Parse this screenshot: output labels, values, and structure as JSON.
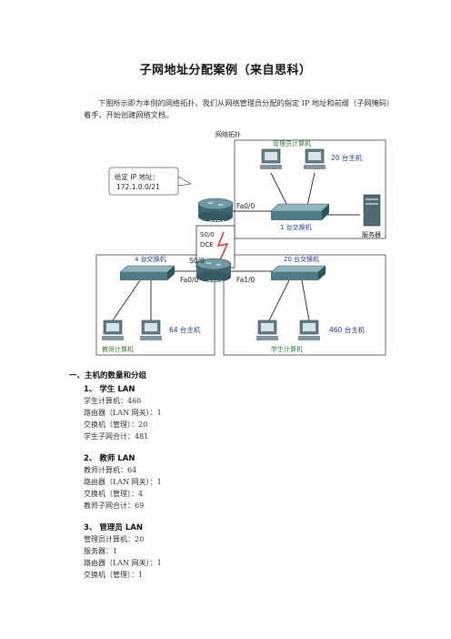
{
  "title": "子网地址分配案例（来自思科）",
  "intro": "下图所示即为本例的网络拓扑。我们从网络管理员分配的指定 IP 地址和前缀（子网掩码）着手，开始创建网络文档。",
  "diagram": {
    "caption": "网络拓扑",
    "ip_box_label": "给定 IP 地址：",
    "ip_box_value": "172.1.0.0/21",
    "admin_group": "管理员计算机",
    "admin_hosts": "20 台主机",
    "r1_label": "RTR1",
    "r1_fa00": "Fa0/0",
    "switch1_label": "1 台交换机",
    "server_label": "服务器",
    "s00_label": "S0/0",
    "dce_label": "DCE",
    "s01_label": "S0/0",
    "r2_label": "RTR2",
    "r2_fa00": "Fa0/0",
    "r2_fa10": "Fa1/0",
    "teacher_switches": "4 台交换机",
    "teacher_hosts": "64 台主机",
    "teacher_group": "教师计算机",
    "student_switches": "20 台交换机",
    "student_hosts": "460 台主机",
    "student_group": "学生计算机"
  },
  "sections": {
    "heading": "一、主机的数量和分组",
    "student": {
      "title": "1、 学生 LAN",
      "lines": [
        "学生计算机：460",
        "路由器（LAN 网关）：1",
        "交换机（管理）：20",
        "学生子网合计：481"
      ]
    },
    "teacher": {
      "title": "2、 教师 LAN",
      "lines": [
        "教师计算机：64",
        "路由器（LAN 网关）：1",
        "交换机（管理）：4",
        "教师子网合计：69"
      ]
    },
    "admin": {
      "title": "3、 管理员 LAN",
      "lines": [
        "管理员计算机：20",
        "服务器：1",
        "路由器（LAN 网关）：1",
        "交换机（管理）：1"
      ]
    }
  },
  "colors": {
    "link": "#1a3a9c",
    "group_label": "#2e7d32",
    "serial": "#e53935"
  }
}
